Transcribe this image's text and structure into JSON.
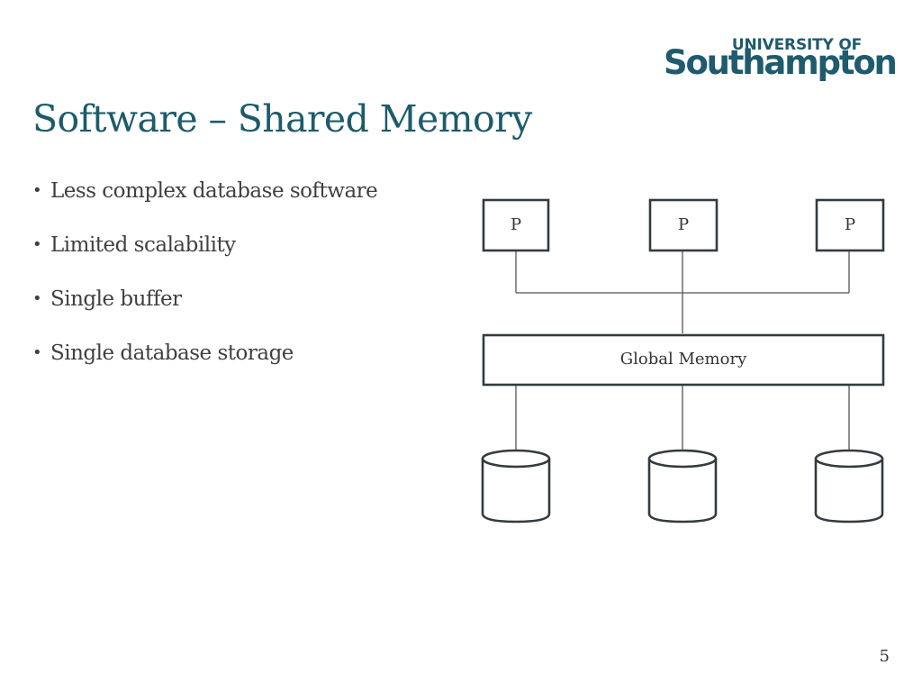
{
  "logo": {
    "top": "UNIVERSITY OF",
    "main": "Southampton"
  },
  "title": "Software – Shared Memory",
  "bullets": [
    "Less complex database software",
    "Limited scalability",
    "Single buffer",
    "Single database storage"
  ],
  "diagram": {
    "processors": [
      "P",
      "P",
      "P"
    ],
    "memory_label": "Global Memory",
    "disks": [
      "disk",
      "disk",
      "disk"
    ]
  },
  "page_number": "5"
}
